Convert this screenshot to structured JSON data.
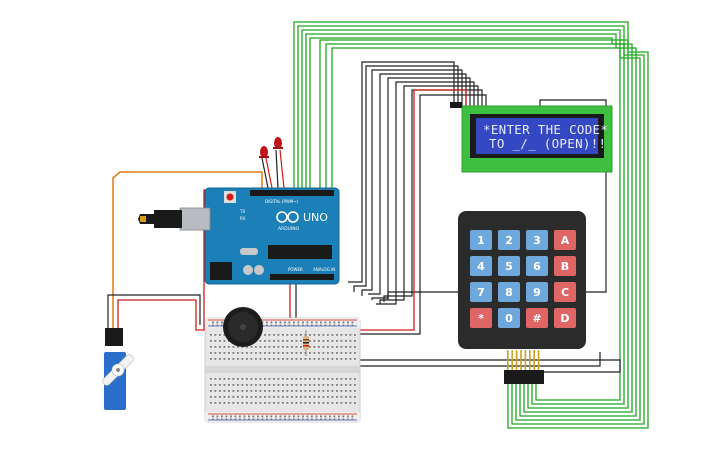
{
  "lcd": {
    "line1": "*ENTER THE CODE*",
    "line2": "TO _/_ (OPEN)!!"
  },
  "arduino": {
    "model_label": "UNO",
    "brand_label": "ARDUINO",
    "digital_label": "DIGITAL (PWM~)",
    "power_label": "POWER",
    "analog_label": "ANALOG IN",
    "tx_label": "TX",
    "rx_label": "RX"
  },
  "keypad": {
    "keys": [
      [
        "1",
        "2",
        "3",
        "A"
      ],
      [
        "4",
        "5",
        "6",
        "B"
      ],
      [
        "7",
        "8",
        "9",
        "C"
      ],
      [
        "*",
        "0",
        "#",
        "D"
      ]
    ]
  },
  "colors": {
    "wire_green": "#1fa81f",
    "wire_black": "#222222",
    "wire_red": "#d11a1a",
    "wire_orange": "#e07a10",
    "arduino_board": "#1b7fb8",
    "lcd_screen": "#3448c4",
    "lcd_board": "#3fbf3f",
    "key_numeric": "#6fa8dc",
    "key_letter": "#e06666",
    "keypad_body": "#2b2b2b",
    "servo_body": "#2a6fc9",
    "breadboard": "#e6e6e6"
  }
}
